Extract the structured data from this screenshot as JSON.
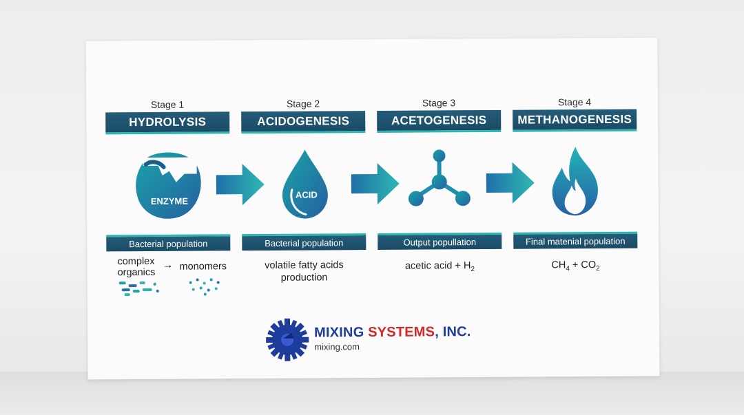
{
  "stages": [
    {
      "num": "Stage 1",
      "title": "HYDROLYSIS",
      "icon_label": "ENZYME",
      "bar": "Bacterial population"
    },
    {
      "num": "Stage 2",
      "title": "ACIDOGENESIS",
      "icon_label": "ACID",
      "bar": "Bacterial population",
      "desc_1": "volatile fatty acids",
      "desc_2": "production"
    },
    {
      "num": "Stage 3",
      "title": "ACETOGENESIS",
      "icon_label": "",
      "bar": "Output popullation",
      "desc_main": "acetic acid + H",
      "desc_sub": "2"
    },
    {
      "num": "Stage 4",
      "title": "METHANOGENESIS",
      "icon_label": "",
      "bar": "Final matenial population",
      "desc_a": "CH",
      "desc_a_sub": "4",
      "desc_b": " + CO",
      "desc_b_sub": "2"
    }
  ],
  "hydrolysis_desc": {
    "left_1": "complex",
    "left_2": "organics",
    "arrow": "→",
    "right": "monomers"
  },
  "company": {
    "name_a": "MIXING ",
    "name_b": "SYSTEMS",
    "name_c": ", INC.",
    "website": "mixing.com"
  },
  "colors": {
    "title_bar": "#1a4b66",
    "accent": "#2bb6b0",
    "icon_teal": "#1f9fb0",
    "icon_blue": "#2a6fa8",
    "logo_blue": "#1d3c9c",
    "logo_red": "#d42727"
  },
  "icons": [
    "enzyme-icon",
    "acid-drop-icon",
    "molecule-icon",
    "flame-icon",
    "gear-icon"
  ]
}
